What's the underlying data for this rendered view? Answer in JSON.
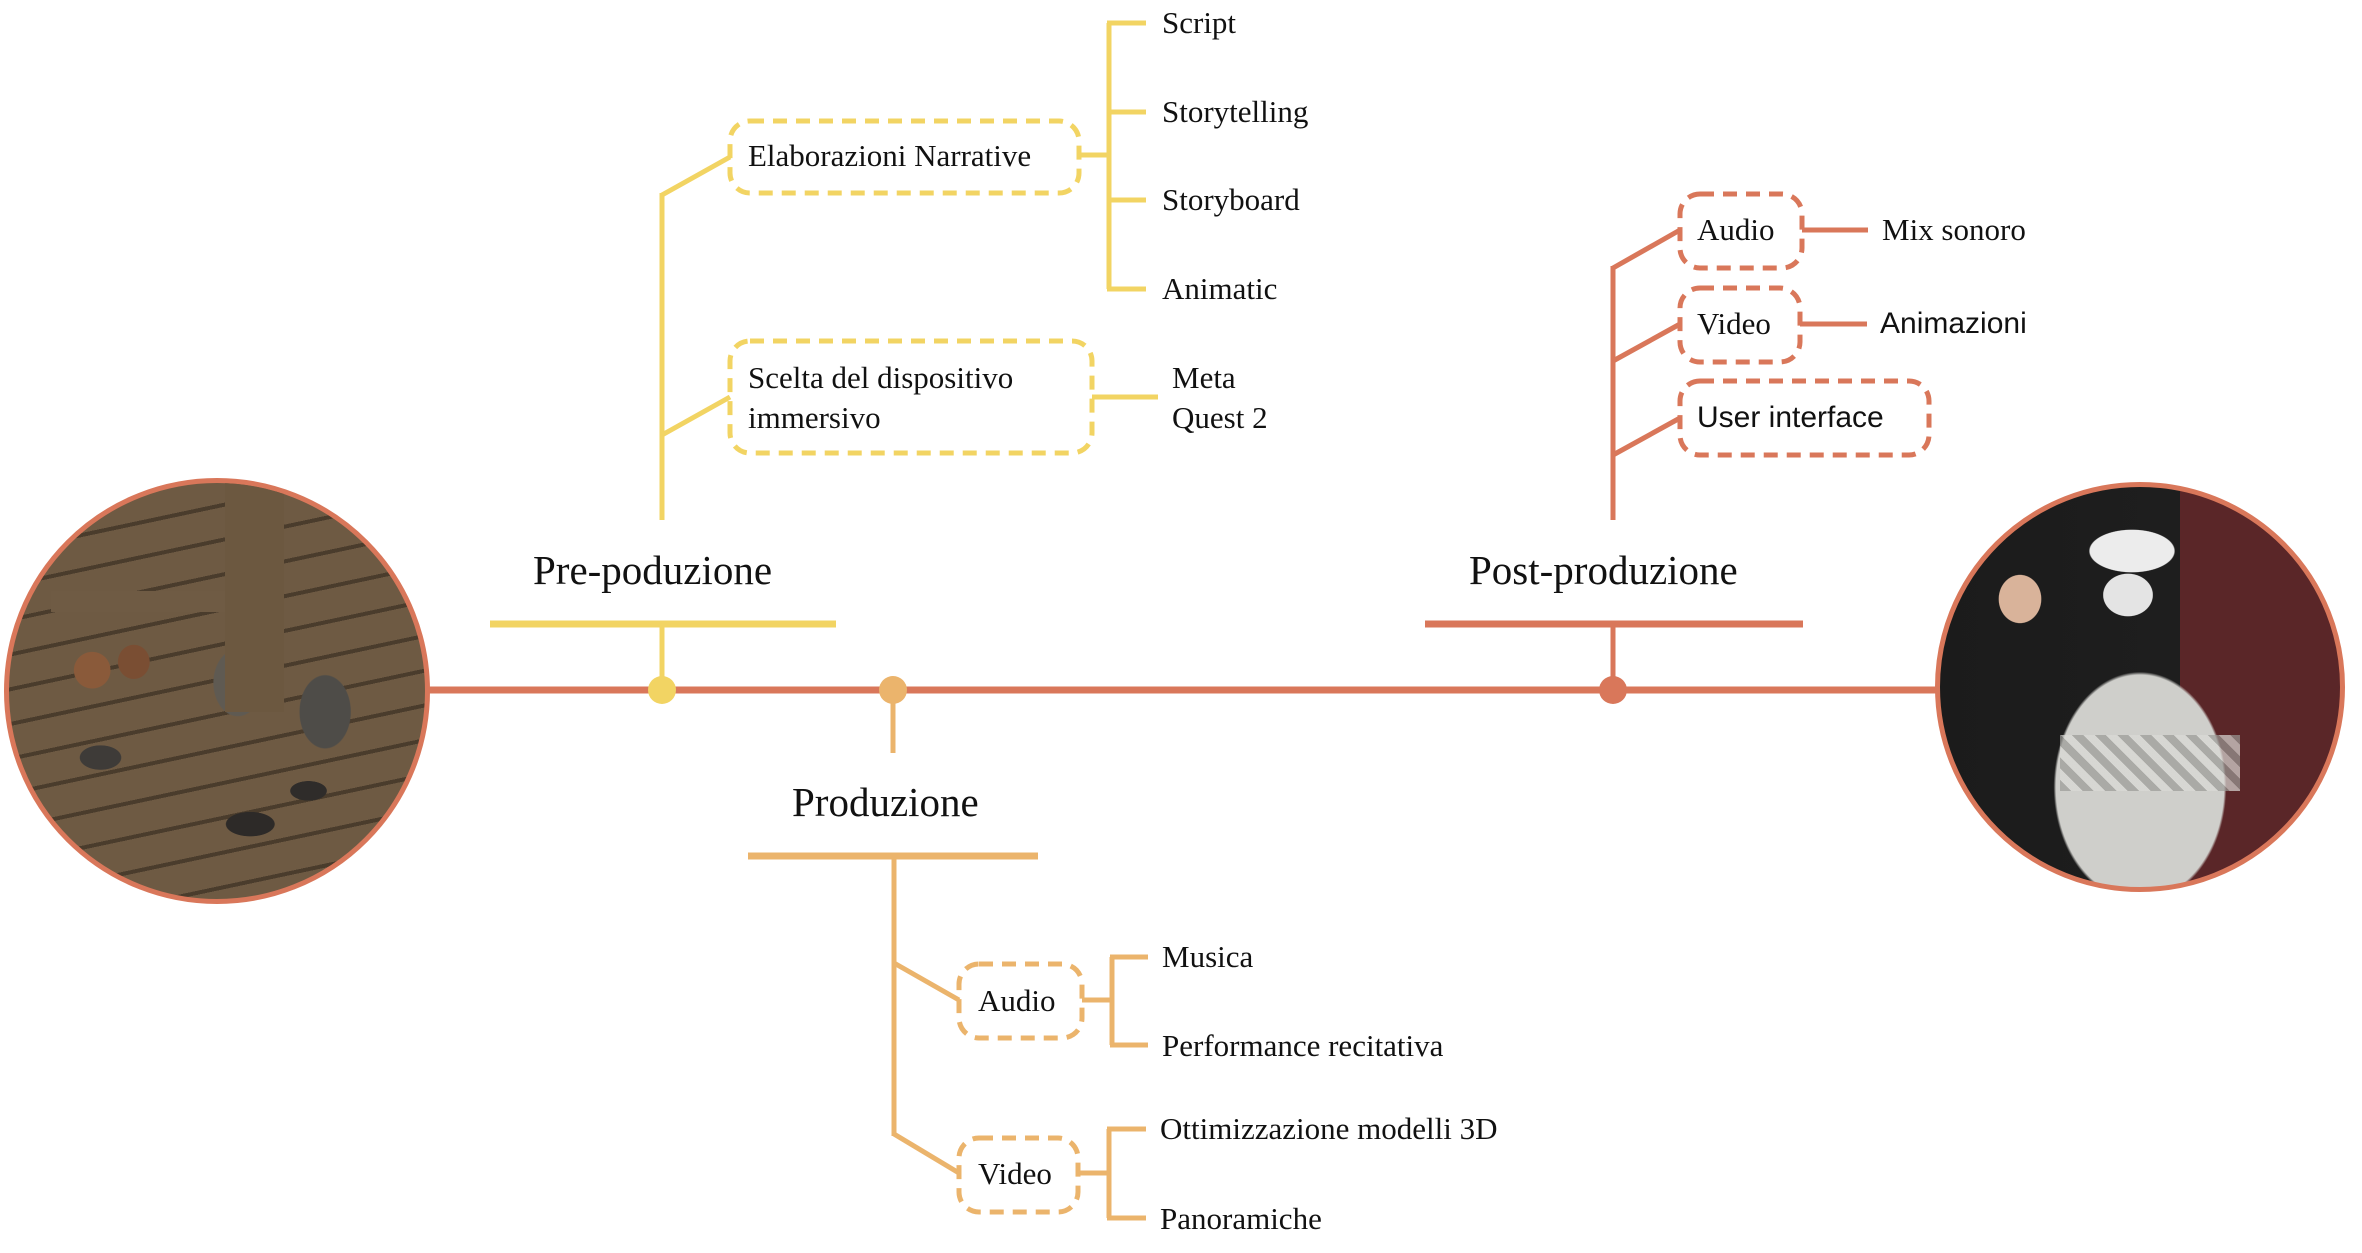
{
  "colors": {
    "timeline": "#D9775A",
    "pre_production": "#F2D463",
    "production": "#EBB46C",
    "post_production": "#D9775A",
    "text": "#111111"
  },
  "photos": {
    "left": {
      "name": "virtual-museum-scene",
      "description": "3D render of ancient pottery on wooden shelves"
    },
    "right": {
      "name": "vr-user-photo",
      "description": "Person wearing a Meta Quest 2 headset"
    }
  },
  "phases": {
    "pre": {
      "label": "Pre-poduzione",
      "nodes": [
        {
          "label": "Elaborazioni Narrative",
          "children": [
            "Script",
            "Storytelling",
            "Storyboard",
            "Animatic"
          ]
        },
        {
          "label_line1": "Scelta del dispositivo",
          "label_line2": "immersivo",
          "children_line1": "Meta",
          "children_line2": "Quest 2"
        }
      ]
    },
    "production": {
      "label": "Produzione",
      "nodes": [
        {
          "label": "Audio",
          "children": [
            "Musica",
            "Performance recitativa"
          ]
        },
        {
          "label": "Video",
          "children": [
            "Ottimizzazione modelli 3D",
            "Panoramiche"
          ]
        }
      ]
    },
    "post": {
      "label": "Post-produzione",
      "nodes": [
        {
          "label": "Audio",
          "children": [
            "Mix sonoro"
          ]
        },
        {
          "label": "Video",
          "children": [
            "Animazioni"
          ]
        },
        {
          "label": "User interface",
          "children": []
        }
      ]
    }
  }
}
